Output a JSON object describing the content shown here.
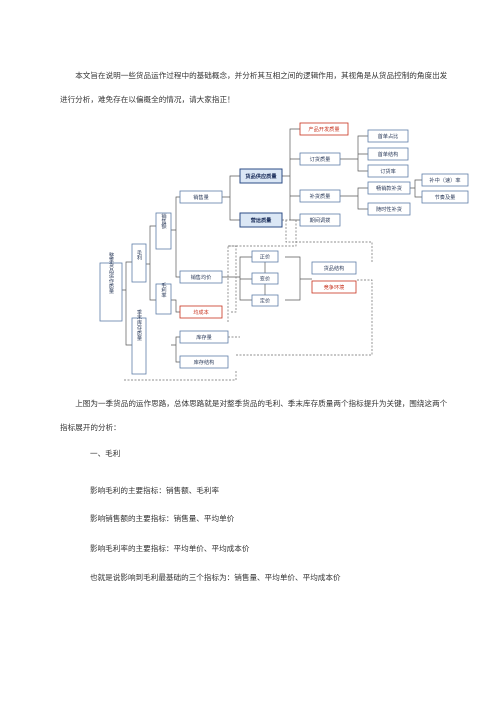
{
  "intro": "本文旨在说明一些货品运作过程中的基础概念，并分析其互相之间的逻辑作用，其视角是从货品控制的角度出发进行分析，难免存在以偏概全的情况，请大家指正！",
  "diagram": {
    "root": "整季货品运作质量",
    "maoli": "毛利",
    "xiaoshoue": "销售额",
    "maolilv": "毛利率",
    "jimo": "季末库存质量",
    "xiaoshouliang": "销售量",
    "xiaoshoujunjia": "销售均价",
    "junchengben": "均成本",
    "kucunliang": "库存量",
    "kucunjiegou": "库存结构",
    "gongying": "货品供应质量",
    "yingyun": "营运质量",
    "chanpin": "产品开发质量",
    "dinghuo": "订货质量",
    "buhuo": "补货质量",
    "tiaobo": "期间调拨",
    "shoudan": "首单占比",
    "shoudanjiegou": "首单结构",
    "dinghuolv": "订货率",
    "changxiao": "畅销款补货",
    "suiming": "随时性补货",
    "buzhong": "补中（速）率",
    "jiezou": "节奏及量",
    "zhengjia": "正价",
    "bianjia": "变价",
    "dingjia": "定价",
    "huopin": "货品结构",
    "jingpin": "竞争环境"
  },
  "after_diagram": "上图为一季货品的运作思路，总体思路就是对整季货品的毛利、季末库存质量两个指标提升为关键，围绕这两个指标展开的分析：",
  "section1": "一、毛利",
  "lines": [
    "影响毛利的主要指标：销售额、毛利率",
    "影响销售额的主要指标：销售量、平均单价",
    "影响毛利率的主要指标：平均单价、平均成本价",
    "也就是说影响到毛利最基础的三个指标为：销售量、平均单价、平均成本价"
  ]
}
